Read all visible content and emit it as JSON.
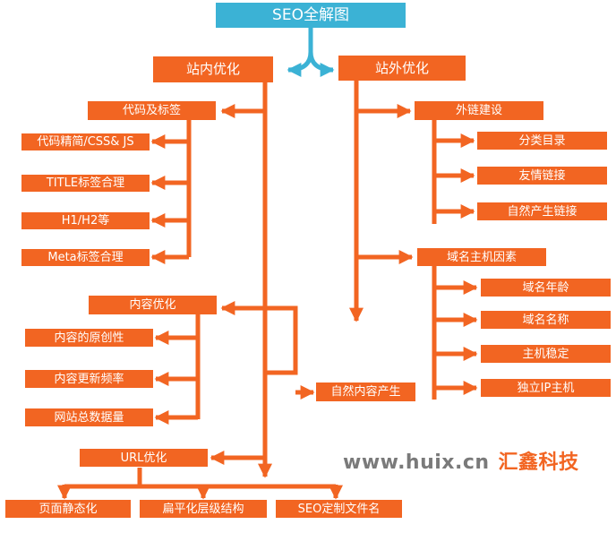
{
  "title": "SEO全解图",
  "colors": {
    "node": "#f26522",
    "root": "#3bb2d5",
    "connector": "#f26522",
    "root_connector": "#3bb2d5",
    "text": "#ffffff"
  },
  "onsite": {
    "label": "站内优化",
    "code": {
      "label": "代码及标签",
      "items": [
        "代码精简/CSS& JS",
        "TITLE标签合理",
        "H1/H2等",
        "Meta标签合理"
      ]
    },
    "content": {
      "label": "内容优化",
      "items": [
        "内容的原创性",
        "内容更新频率",
        "网站总数据量"
      ]
    },
    "natural": "自然内容产生",
    "url": {
      "label": "URL优化",
      "items": [
        "页面静态化",
        "扁平化层级结构",
        "SEO定制文件名"
      ]
    }
  },
  "offsite": {
    "label": "站外优化",
    "links": {
      "label": "外链建设",
      "items": [
        "分类目录",
        "友情链接",
        "自然产生链接"
      ]
    },
    "domain": {
      "label": "域名主机因素",
      "items": [
        "域名年龄",
        "域名名称",
        "主机稳定",
        "独立IP主机"
      ]
    }
  },
  "watermark": {
    "url": "www.huix.cn",
    "brand": "汇鑫科技"
  }
}
